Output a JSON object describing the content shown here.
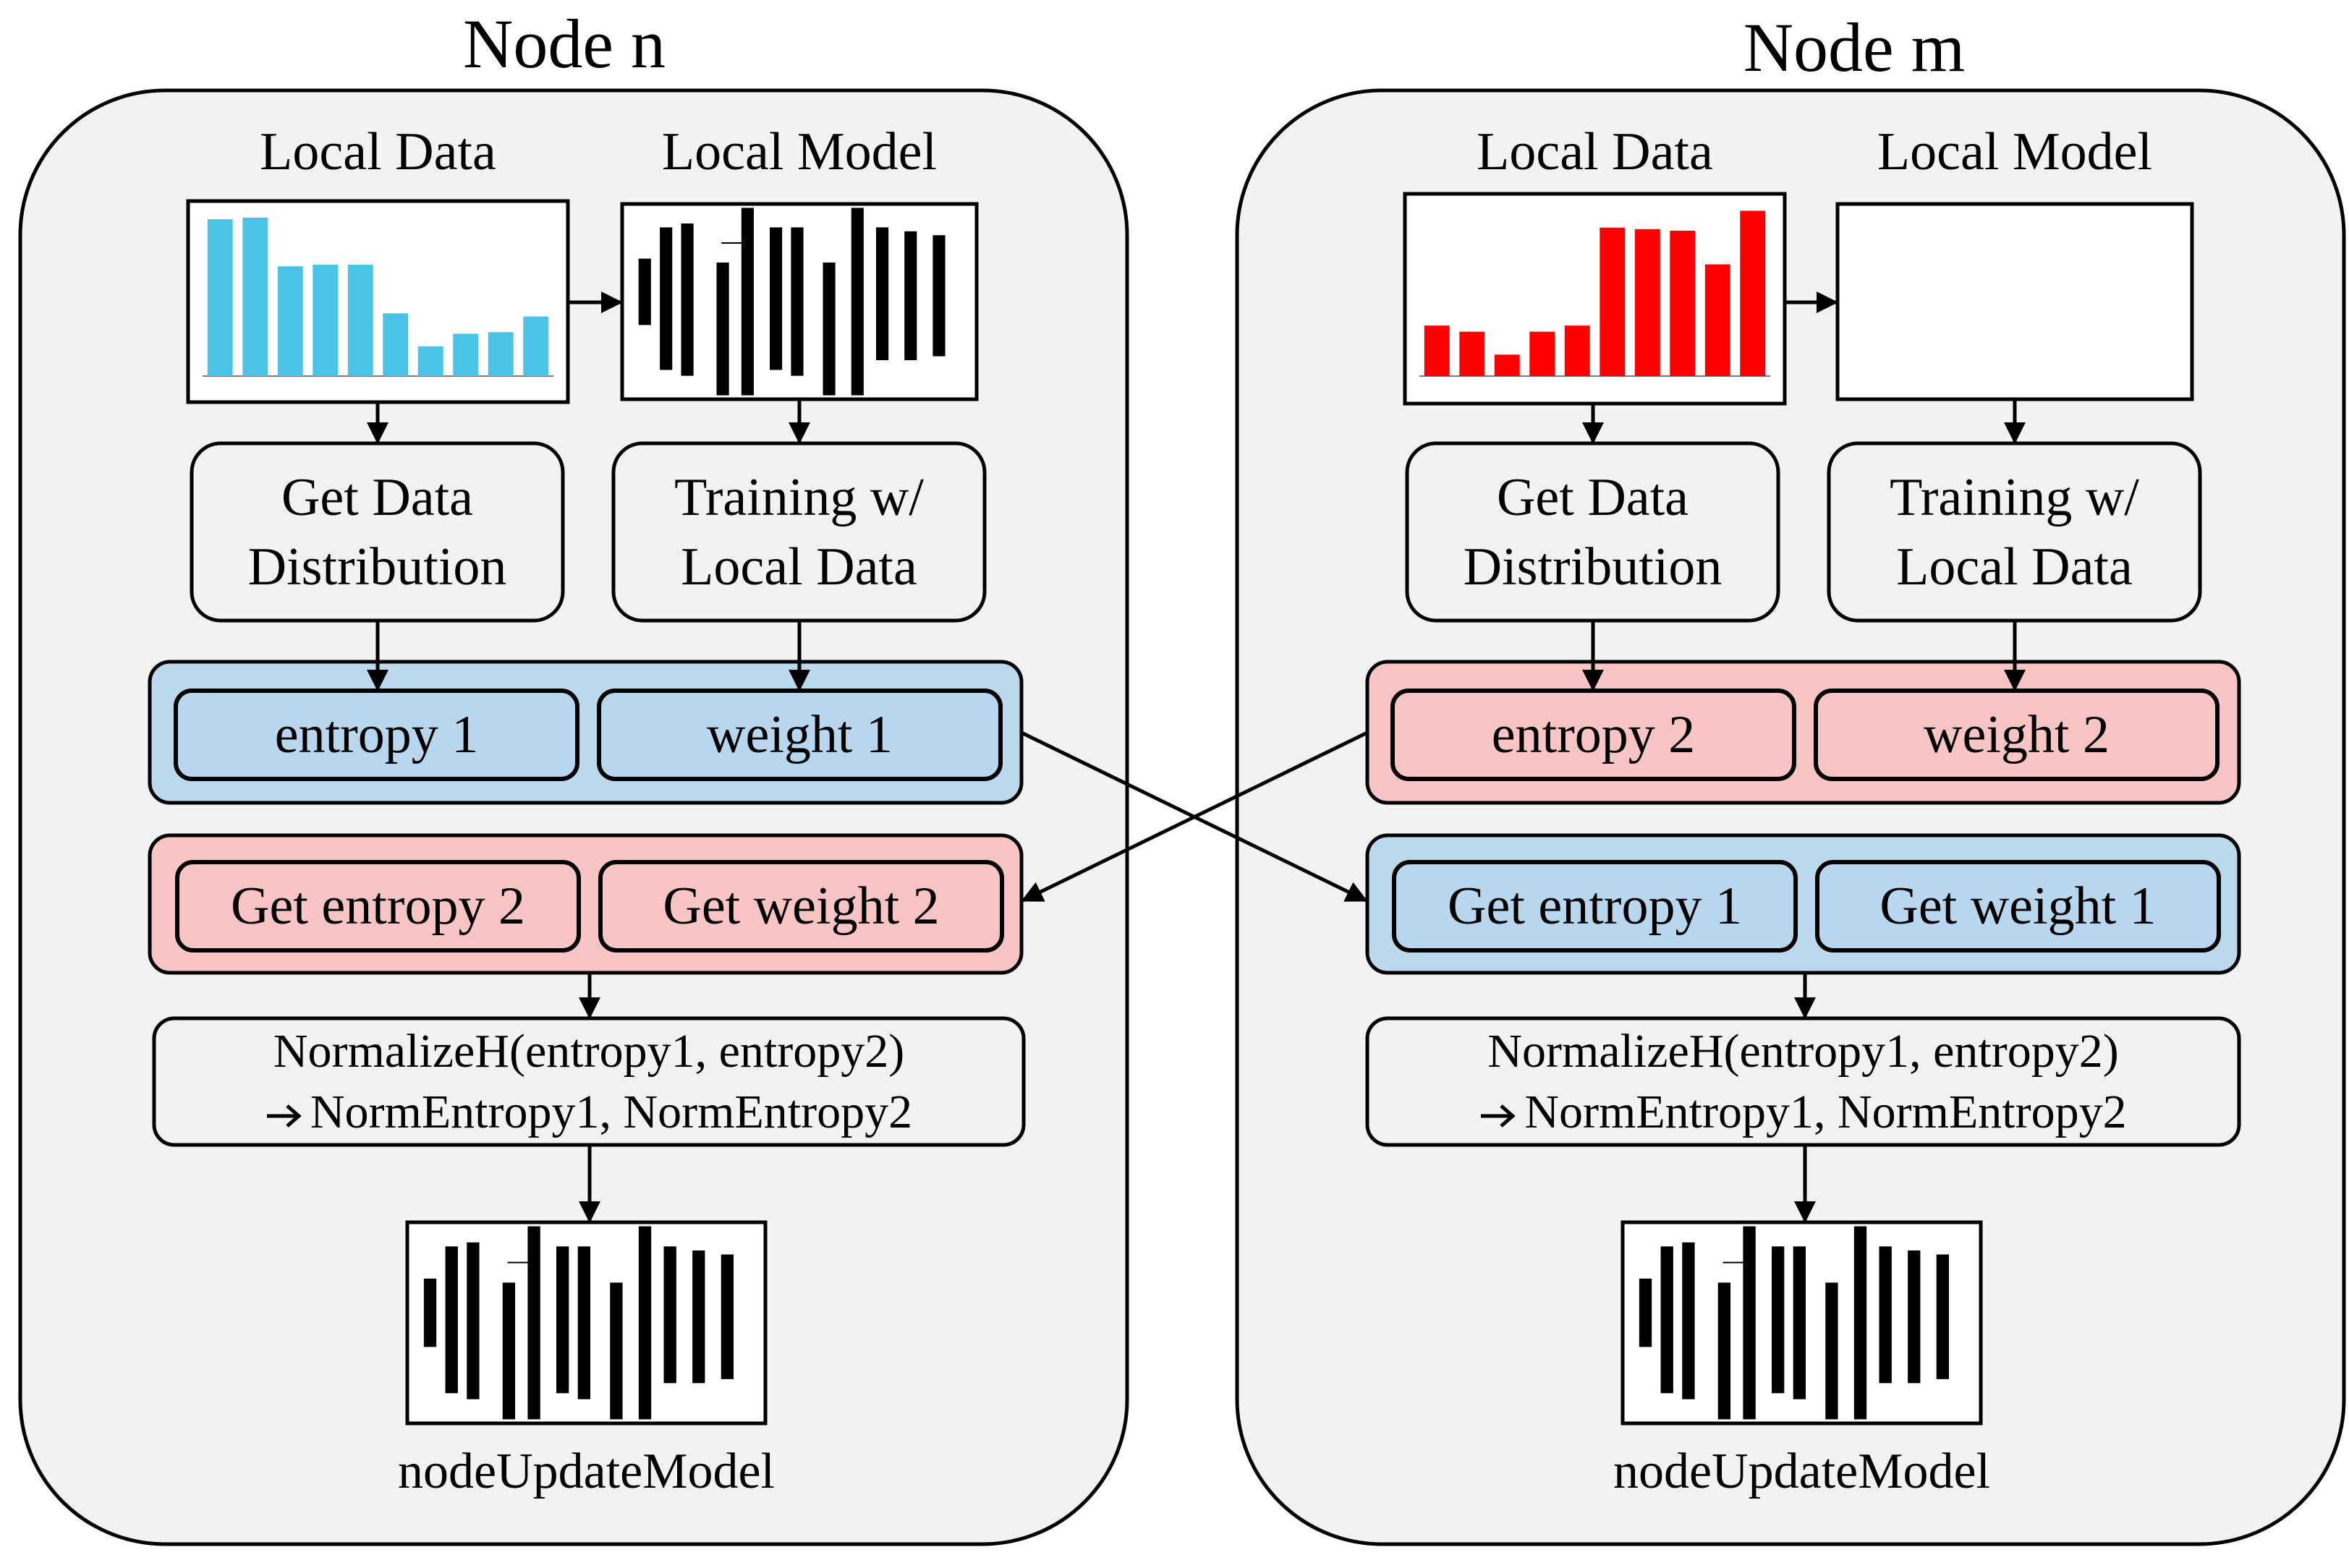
{
  "nodes": [
    {
      "title": "Node n",
      "local_data_label": "Local Data",
      "local_model_label": "Local Model",
      "get_data_line1": "Get Data",
      "get_data_line2": "Distribution",
      "training_line1": "Training w/",
      "training_line2": "Local Data",
      "own_entropy": "entropy 1",
      "own_weight": "weight 1",
      "recv_entropy": "Get entropy 2",
      "recv_weight": "Get weight 2",
      "normalize_line1": "NormalizeH(entropy1, entropy2)",
      "normalize_line2": "NormEntropy1, NormEntropy2",
      "update_label": "nodeUpdateModel",
      "bar_color": "#4bc3e6",
      "bar_values": [
        100,
        101,
        70,
        71,
        71,
        40,
        19,
        27,
        28,
        38
      ]
    },
    {
      "title": "Node m",
      "local_data_label": "Local Data",
      "local_model_label": "Local Model",
      "get_data_line1": "Get Data",
      "get_data_line2": "Distribution",
      "training_line1": "Training w/",
      "training_line2": "Local Data",
      "own_entropy": "entropy 2",
      "own_weight": "weight 2",
      "recv_entropy": "Get entropy 1",
      "recv_weight": "Get weight 1",
      "normalize_line1": "NormalizeH(entropy1, entropy2)",
      "normalize_line2": "NormEntropy1, NormEntropy2",
      "update_label": "nodeUpdateModel",
      "bar_color": "#ff0000",
      "bar_values": [
        33,
        29,
        14,
        29,
        33,
        97,
        96,
        95,
        73,
        108
      ]
    }
  ],
  "colors": {
    "node_background": "#f2f2f2",
    "node_n_band": "#bcd8ec",
    "node_m_band": "#f8c4c4",
    "arrow": "#000000"
  },
  "icons": {
    "implies_arrow": "arrow-right-icon",
    "model_thumbnail": "network-architecture-icon"
  }
}
